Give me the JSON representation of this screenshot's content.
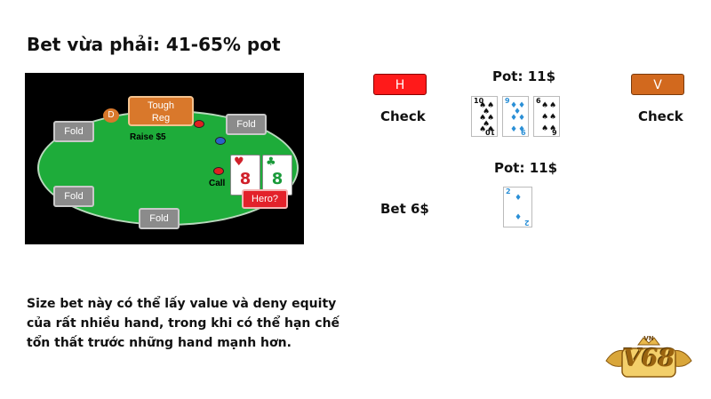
{
  "title": "Bet vừa phải: 41-65% pot",
  "table": {
    "seats": [
      "Fold",
      "Fold",
      "Fold",
      "Fold"
    ],
    "villain_seat": [
      "Tough",
      "Reg"
    ],
    "dealer": "D",
    "raise_label": "Raise $5",
    "call_label": "Call",
    "hero_label": "Hero?",
    "hero_cards": [
      {
        "rank": "8",
        "suit": "♥",
        "color": "#d0202a"
      },
      {
        "rank": "8",
        "suit": "♣",
        "color": "#1a9a3a"
      }
    ]
  },
  "players": {
    "h_label": "H",
    "v_label": "V",
    "h_action": "Check",
    "v_action": "Check",
    "h_color": "#ff1a1a",
    "v_color": "#d2691e"
  },
  "flop": {
    "pot": "Pot: 11$",
    "cards": [
      {
        "rank": "10",
        "color": "#111111",
        "suit": "♠"
      },
      {
        "rank": "9",
        "color": "#2a8fd6",
        "suit": "♦"
      },
      {
        "rank": "6",
        "color": "#111111",
        "suit": "♠"
      }
    ]
  },
  "turn": {
    "pot": "Pot: 11$",
    "action": "Bet 6$",
    "card": {
      "rank": "2",
      "color": "#2a8fd6",
      "suit": "♦"
    }
  },
  "description": "Size bet này có thể lấy value và deny equity của rất nhiều hand, trong khi có thể hạn chế tổn thất trước những hand mạnh hơn.",
  "logo": {
    "text": "V68",
    "small": "VN"
  }
}
